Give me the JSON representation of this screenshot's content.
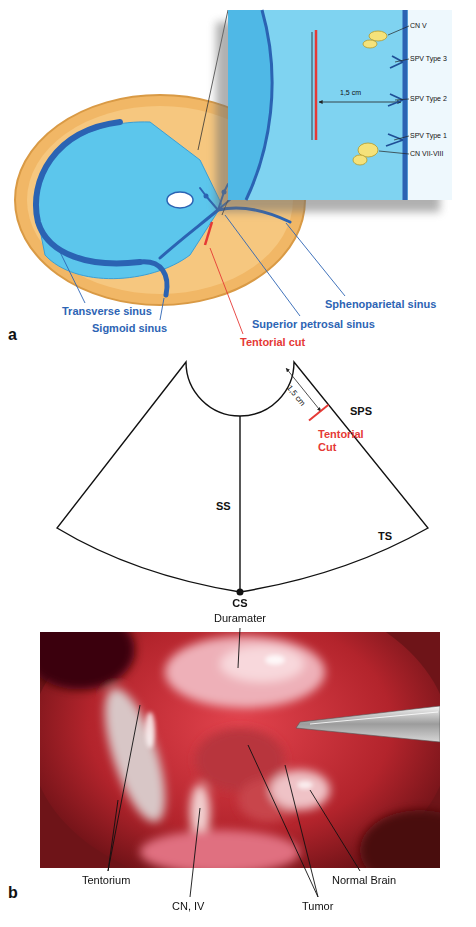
{
  "diagram": {
    "labels": [
      "CN V",
      "1,5 cm",
      "SPV Type 3",
      "SPV Type 2",
      "SPV Type 1",
      "CN VII-VIII",
      "Sphenoparietal sinus",
      "Transverse sinus",
      "Superior petrosal sinus",
      "Sigmoid sinus",
      "Tentorial cut",
      "a",
      "1,5 cm",
      "SPS",
      "Tentorial Cut",
      "SS",
      "TS",
      "CS",
      "Duramater",
      "b",
      "Tentorium",
      "CN, IV",
      "Tumor",
      "Normal Brain"
    ]
  }
}
